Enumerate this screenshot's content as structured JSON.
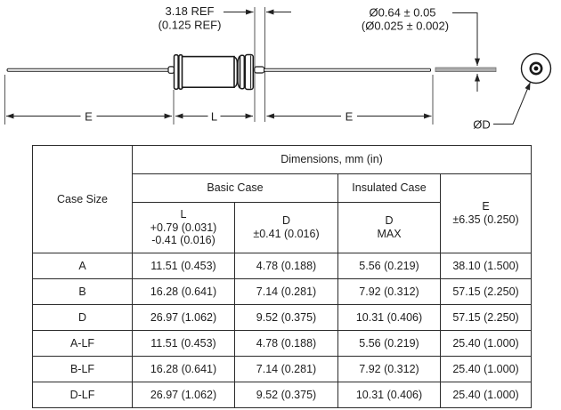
{
  "diagram": {
    "labels": {
      "lead_spacing_mm": "3.18 REF",
      "lead_spacing_in": "(0.125 REF)",
      "lead_dia_mm": "Ø0.64 ± 0.05",
      "lead_dia_in": "(Ø0.025 ± 0.002)",
      "e_left": "E",
      "l": "L",
      "e_right": "E",
      "d": "ØD"
    },
    "colors": {
      "line": "#1a1a1a",
      "thin_line": "#333333",
      "lead_gray": "#adadad"
    }
  },
  "table": {
    "title": "Dimensions, mm (in)",
    "case_size": "Case Size",
    "basic_case": "Basic Case",
    "insulated_case": "Insulated Case",
    "l_header": {
      "line1": "L",
      "line2": "+0.79 (0.031)",
      "line3": "-0.41 (0.016)"
    },
    "d_header": {
      "line1": "D",
      "line2": "±0.41 (0.016)"
    },
    "dmax_header": {
      "line1": "D",
      "line2": "MAX"
    },
    "e_header": {
      "line1": "E",
      "line2": "±6.35 (0.250)"
    },
    "rows": [
      {
        "case": "A",
        "l": "11.51 (0.453)",
        "d": "4.78 (0.188)",
        "d_max": "5.56 (0.219)",
        "e": "38.10 (1.500)"
      },
      {
        "case": "B",
        "l": "16.28 (0.641)",
        "d": "7.14 (0.281)",
        "d_max": "7.92 (0.312)",
        "e": "57.15 (2.250)"
      },
      {
        "case": "D",
        "l": "26.97 (1.062)",
        "d": "9.52 (0.375)",
        "d_max": "10.31 (0.406)",
        "e": "57.15 (2.250)"
      },
      {
        "case": "A-LF",
        "l": "11.51 (0.453)",
        "d": "4.78 (0.188)",
        "d_max": "5.56 (0.219)",
        "e": "25.40 (1.000)"
      },
      {
        "case": "B-LF",
        "l": "16.28 (0.641)",
        "d": "7.14 (0.281)",
        "d_max": "7.92 (0.312)",
        "e": "25.40 (1.000)"
      },
      {
        "case": "D-LF",
        "l": "26.97 (1.062)",
        "d": "9.52 (0.375)",
        "d_max": "10.31 (0.406)",
        "e": "25.40 (1.000)"
      }
    ]
  }
}
